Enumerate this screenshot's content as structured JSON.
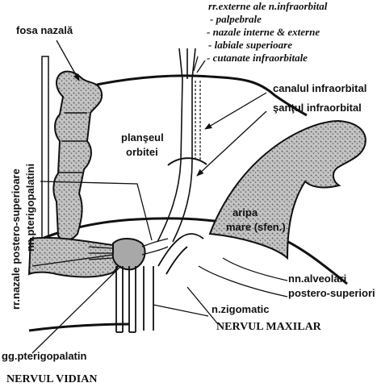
{
  "labels": {
    "rr_externe": "rr.externe ale n.infraorbital",
    "palpebrale": "- palpebrale",
    "nazale_int_ext": "- nazale interne & externe",
    "labiale_sup": "- labiale superioare",
    "cutanate": "- cutanate infraorbitale",
    "fosa_nazala": "fosa nazală",
    "canalul_infraorbital": "canalul infraorbital",
    "santul_infraorbital": "şanţul infraorbital",
    "planseul_1": "planşeul",
    "planseul_2": "orbitei",
    "rr_nazale": "rr.nazale postero-superioare",
    "nn_pterigopalatini": "nn.pterigopalatini",
    "aripa_1": "aripa",
    "aripa_2": "mare (sfen.)",
    "nn_alveolari_1": "nn.alveolari",
    "nn_alveolari_2": "postero-superiori",
    "n_zigomatic": "n.zigomatic",
    "nervul_maxilar": "NERVUL MAXILAR",
    "gg_pterigopalatin": "gg.pterigopalatin",
    "nervul_vidian": "NERVUL VIDIAN"
  },
  "colors": {
    "ink": "#111111",
    "bone_fill": "#b8b8b8",
    "ganglion_fill": "#a8a8a8",
    "background": "#ffffff"
  }
}
